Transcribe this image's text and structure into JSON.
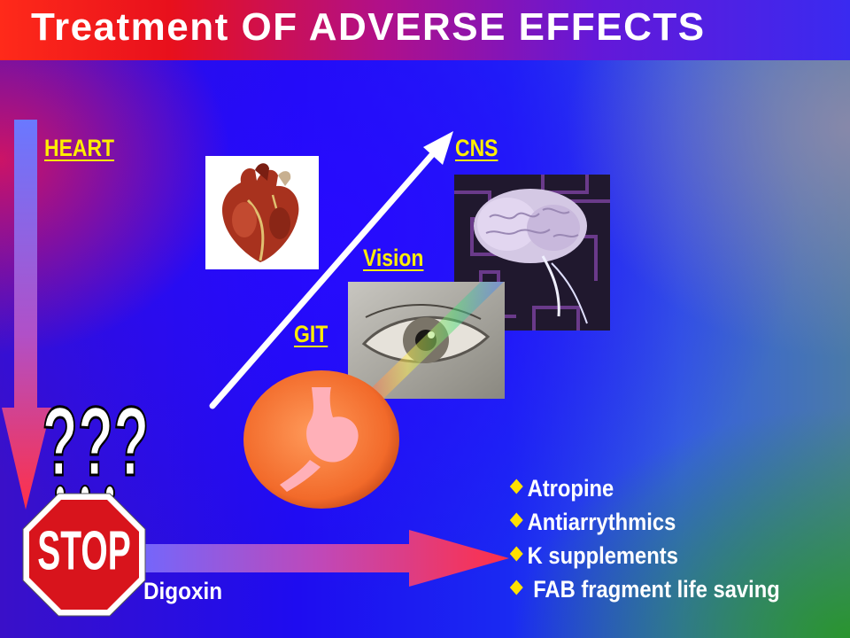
{
  "slide": {
    "title_part1": "Treatment ",
    "title_part2": "OF ADVERSE EFFECTS"
  },
  "labels": {
    "heart": "HEART",
    "cns": "CNS",
    "vision": "Vision",
    "git": "GIT",
    "digoxin": "Digoxin",
    "stop": "STOP",
    "question_marks": "???"
  },
  "treatments": [
    "Atropine",
    "Antiarrythmics",
    "K supplements",
    " FAB fragment life saving"
  ],
  "icons": {
    "bullet": "yellow-diamond-bullet",
    "heart": "heart-image",
    "brain": "brain-image",
    "eye": "eye-image",
    "stomach": "stomach-image",
    "stop": "stop-sign"
  },
  "colors": {
    "label_yellow": "#ffee00",
    "bullet_yellow": "#ffe000",
    "stop_red": "#d8141c",
    "arrow_red": "#ff3040"
  }
}
